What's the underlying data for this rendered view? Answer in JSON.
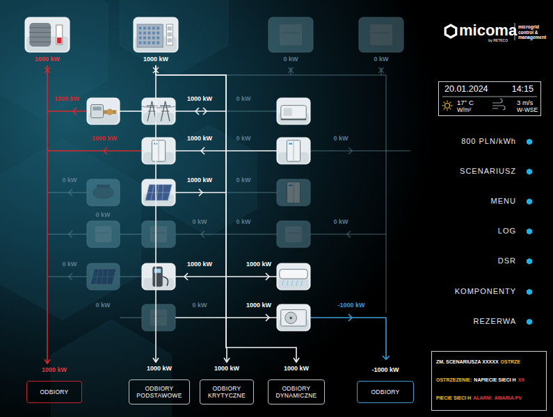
{
  "diagram": {
    "nodes": [
      {
        "text": [
          "1000 kW"
        ]
      },
      {
        "text": [
          "1000 kW"
        ]
      },
      {
        "text": [
          "0 kW"
        ]
      },
      {
        "text": [
          "0 kW"
        ]
      },
      {
        "text": [
          "20.01.2024",
          "14:15",
          "17° C",
          "W/m²",
          "3 m/s",
          "W-WSE"
        ]
      },
      {
        "text": [
          "1000 kW",
          "ODBIORY"
        ]
      },
      {
        "text": [
          "1000 kW",
          "ODBIORY PODSTAWOWE"
        ]
      },
      {
        "text": [
          "1000 kW",
          "ODBIORY KRYTYCZNE"
        ]
      },
      {
        "text": [
          "1000 kW",
          "ODBIORY DYNAMICZNE"
        ]
      },
      {
        "text": [
          "-1000 kW",
          "ODBIORY"
        ]
      },
      {
        "text": [
          "ZM. SCENARIUSZA XXXXX",
          "OSTRZE",
          "OSTRZEZENIE:",
          "NAPIECIE SIECI H",
          "XX",
          "PIECIE SIECI H",
          "ALARM:",
          "AWARIA PV"
        ]
      }
    ],
    "edges": [
      {
        "from": 0,
        "to": 5,
        "arrow": "to"
      },
      {
        "from": 1,
        "to": 6,
        "arrow": "to"
      },
      {
        "from": 1,
        "to": 7,
        "arrow": "to"
      },
      {
        "from": 1,
        "to": 8,
        "arrow": "to"
      }
    ],
    "labels": [
      "micoma",
      "microgrid control & management",
      "by RETECO",
      "1000 kW",
      "1000 kW",
      "0 kW",
      "800 PLN/kWh",
      "1000 kW",
      "1000 kW",
      "0 kW",
      "0 kW",
      "SCENARIUSZ",
      "0 kW",
      "1000 kW",
      "0 kW",
      "MENU",
      "0 kW",
      "0 kW",
      "0 kW",
      "0 kW",
      "LOG",
      "0 kW",
      "1000 kW",
      "1000 kW",
      "DSR",
      "0 kW",
      "0 kW",
      "1000 kW",
      "-1000 kW",
      "KOMPONENTY",
      "REZERWA"
    ]
  }
}
